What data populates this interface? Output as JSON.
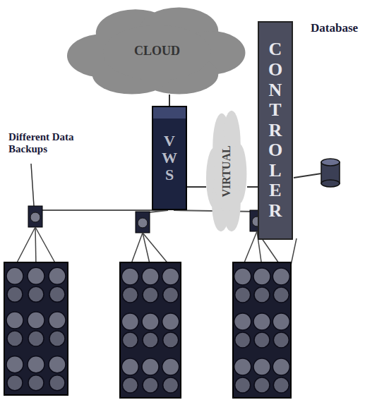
{
  "diagram": {
    "nodes": [
      {
        "text": [
          "CLOUD"
        ]
      },
      {
        "text": [
          "VWS"
        ]
      },
      {
        "text": [
          "VIRTUAL"
        ]
      },
      {
        "text": [
          "CONTROLER"
        ]
      }
    ],
    "edges": [
      {
        "from": 0,
        "to": 1,
        "arrow": "none"
      },
      {
        "from": 1,
        "to": 2,
        "arrow": "none"
      },
      {
        "from": 2,
        "to": 3,
        "arrow": "none"
      }
    ],
    "labels": [
      "Database",
      "Different Data Backups"
    ]
  }
}
